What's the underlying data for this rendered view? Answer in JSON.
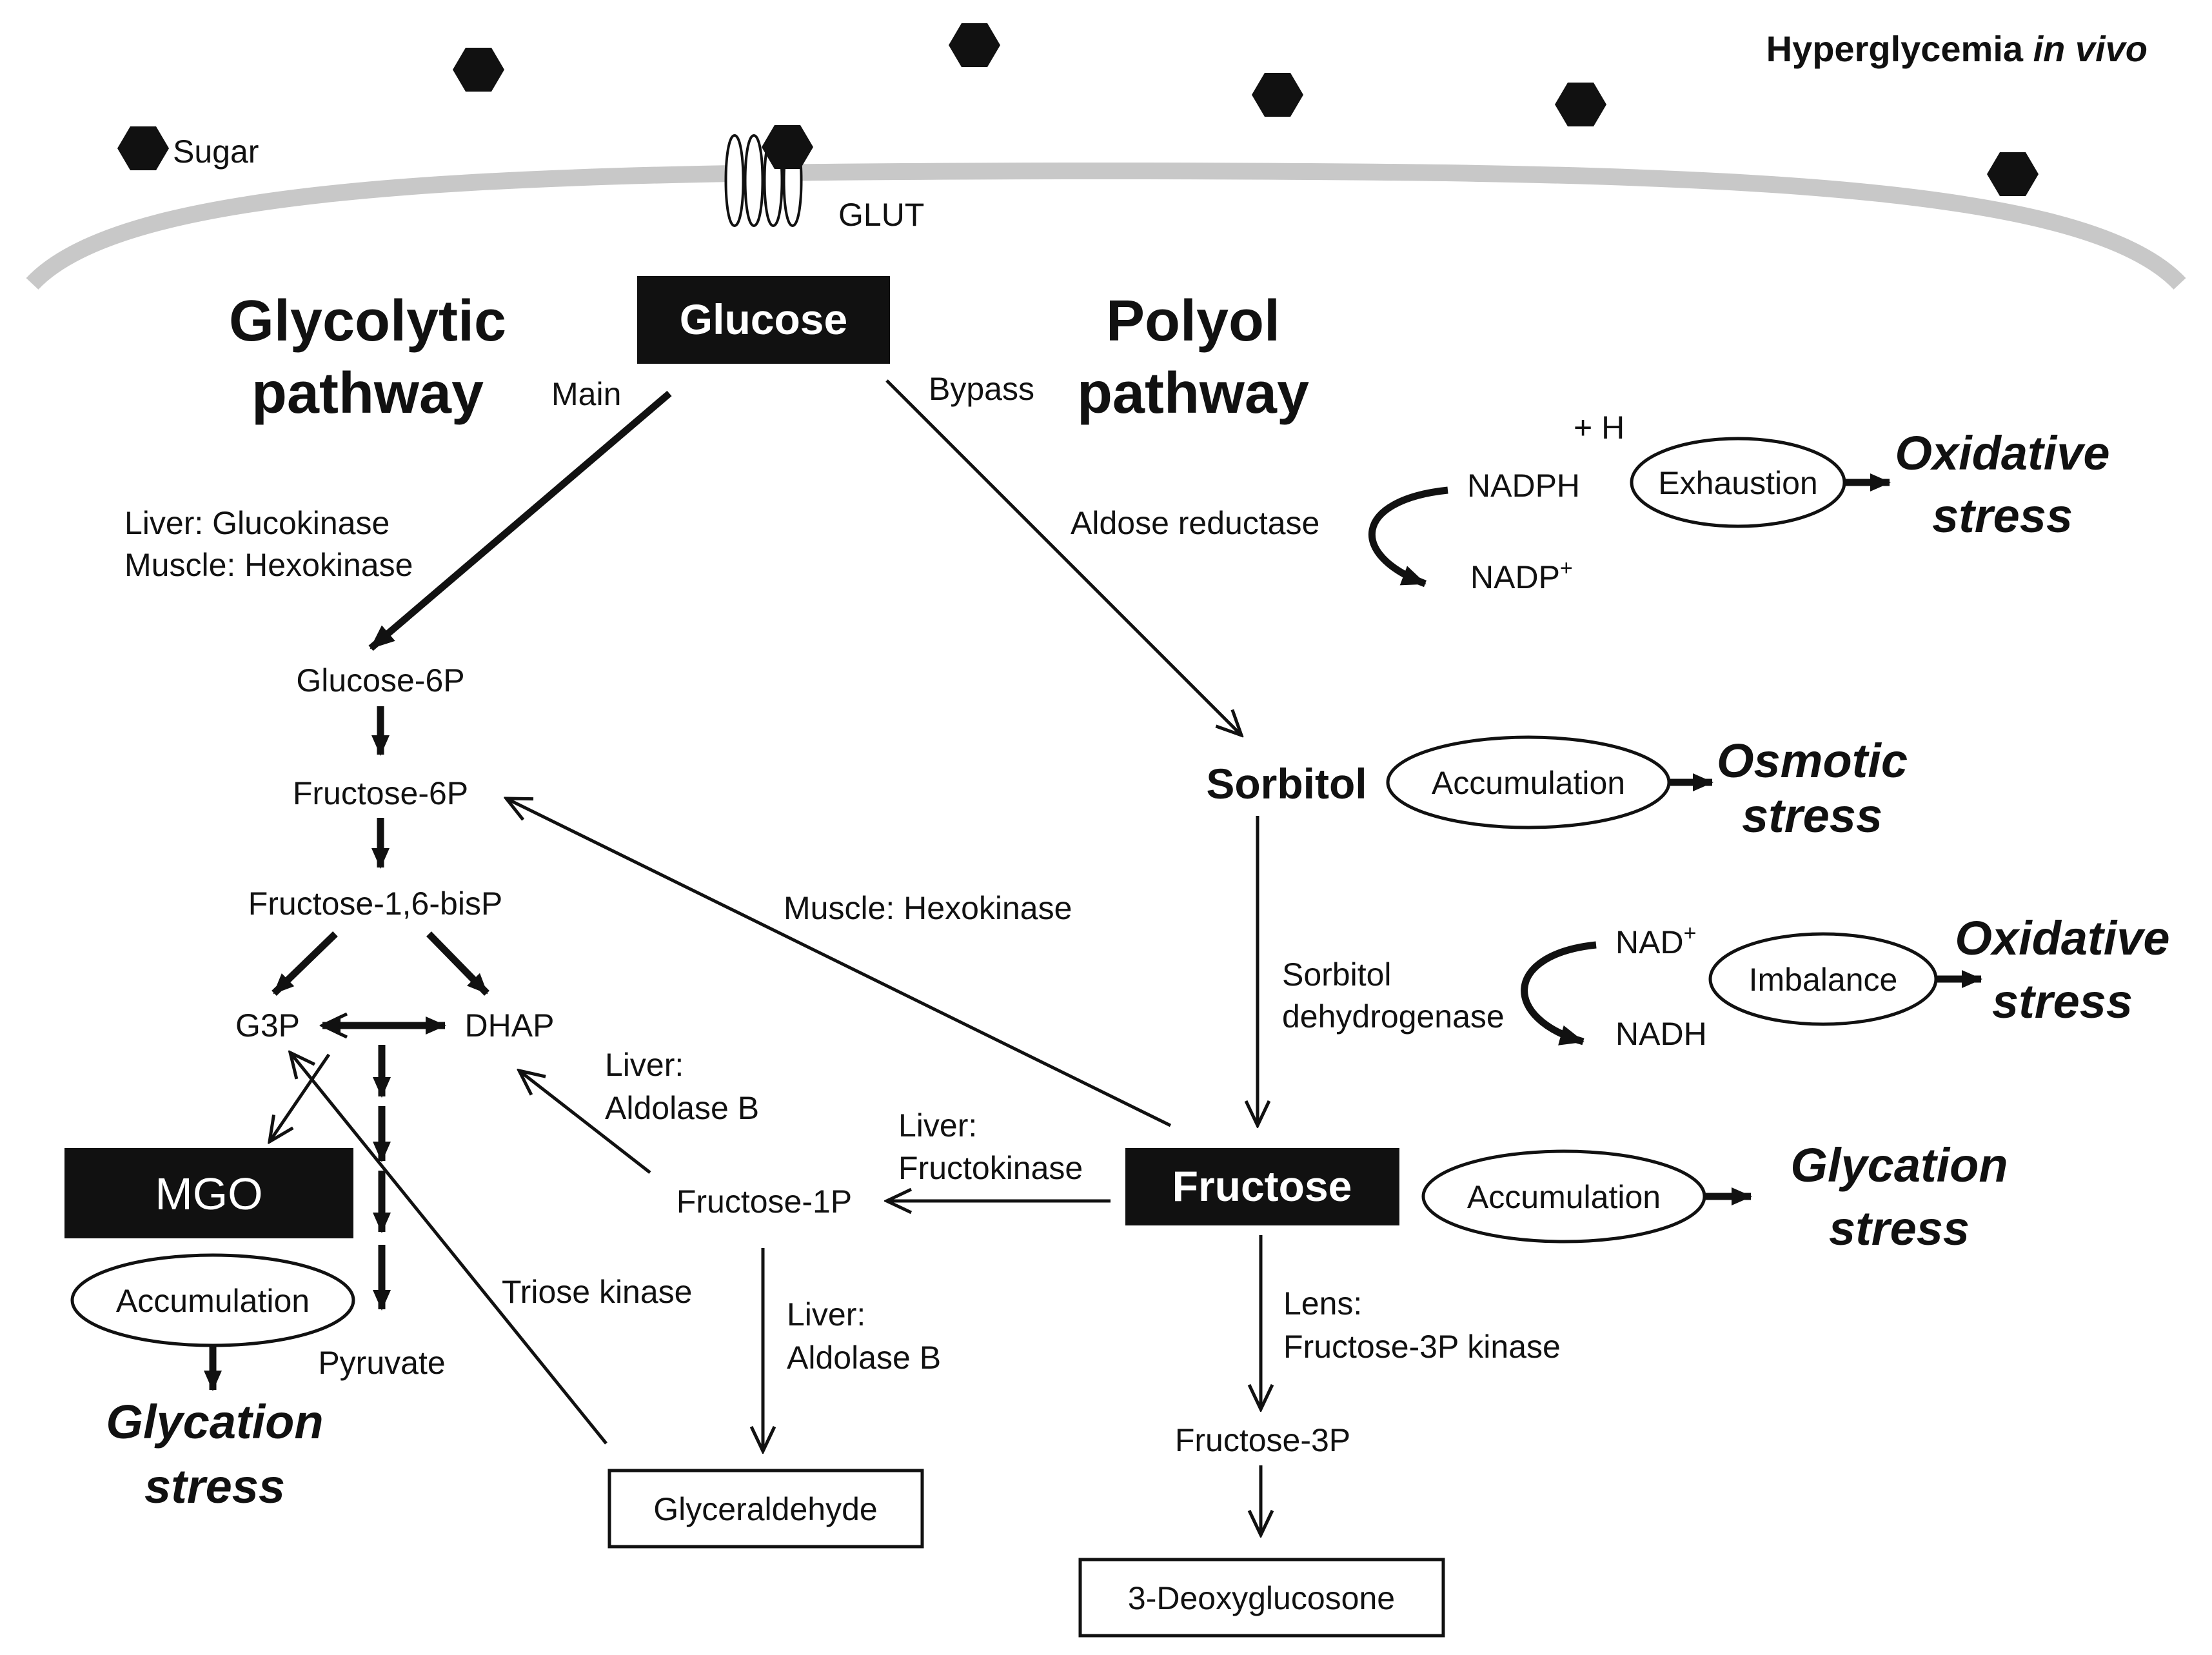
{
  "header": {
    "hyperglycemia": "Hyperglycemia ",
    "in_vivo": "in vivo"
  },
  "membrane": {
    "sugar_label": "Sugar",
    "glut_label": "GLUT"
  },
  "pathways": {
    "glycolytic_line1": "Glycolytic",
    "glycolytic_line2": "pathway",
    "polyol_line1": "Polyol",
    "polyol_line2": "pathway",
    "main": "Main",
    "bypass": "Bypass"
  },
  "nodes": {
    "glucose": "Glucose",
    "sorbitol": "Sorbitol",
    "fructose": "Fructose",
    "mgo": "MGO",
    "glucose_6p": "Glucose-6P",
    "fructose_6p": "Fructose-6P",
    "fructose_16bisp": "Fructose-1,6-bisP",
    "g3p": "G3P",
    "dhap": "DHAP",
    "pyruvate": "Pyruvate",
    "fructose_1p": "Fructose-1P",
    "fructose_3p": "Fructose-3P",
    "glyceraldehyde": "Glyceraldehyde",
    "deoxyglucosone": "3-Deoxyglucosone"
  },
  "enzymes": {
    "liver_glucokinase": "Liver: Glucokinase",
    "muscle_hexokinase_1": "Muscle: Hexokinase",
    "aldose_reductase": "Aldose reductase",
    "muscle_hexokinase_2": "Muscle: Hexokinase",
    "sorbitol_dh_1": "Sorbitol",
    "sorbitol_dh_2": "dehydrogenase",
    "liver_aldolase_dhap_1": "Liver:",
    "liver_aldolase_dhap_2": "Aldolase B",
    "liver_fructokinase_1": "Liver:",
    "liver_fructokinase_2": "Fructokinase",
    "triose_kinase": "Triose kinase",
    "liver_aldolase_gly_1": "Liver:",
    "liver_aldolase_gly_2": "Aldolase B",
    "lens_1": "Lens:",
    "lens_2": "Fructose-3P kinase"
  },
  "cofactors": {
    "plus_h": "+ H",
    "nadph": "NADPH",
    "nadp": "NADP",
    "nadp_sup": "+",
    "nad": "NAD",
    "nad_sup": "+",
    "nadh": "NADH"
  },
  "effects": {
    "exhaustion": "Exhaustion",
    "accumulation_sorbitol": "Accumulation",
    "imbalance": "Imbalance",
    "accumulation_fructose": "Accumulation",
    "accumulation_mgo": "Accumulation"
  },
  "stress": {
    "oxidative1_line1": "Oxidative",
    "oxidative1_line2": "stress",
    "osmotic_line1": "Osmotic",
    "osmotic_line2": "stress",
    "oxidative2_line1": "Oxidative",
    "oxidative2_line2": "stress",
    "glycation_right_line1": "Glycation",
    "glycation_right_line2": "stress",
    "glycation_left_line1": "Glycation",
    "glycation_left_line2": "stress"
  },
  "colors": {
    "ink": "#111111",
    "membrane": "#c8c8c8",
    "box_fill": "#111111",
    "box_text": "#ffffff"
  },
  "icons": {
    "sugar_molecule": "hexagon"
  }
}
